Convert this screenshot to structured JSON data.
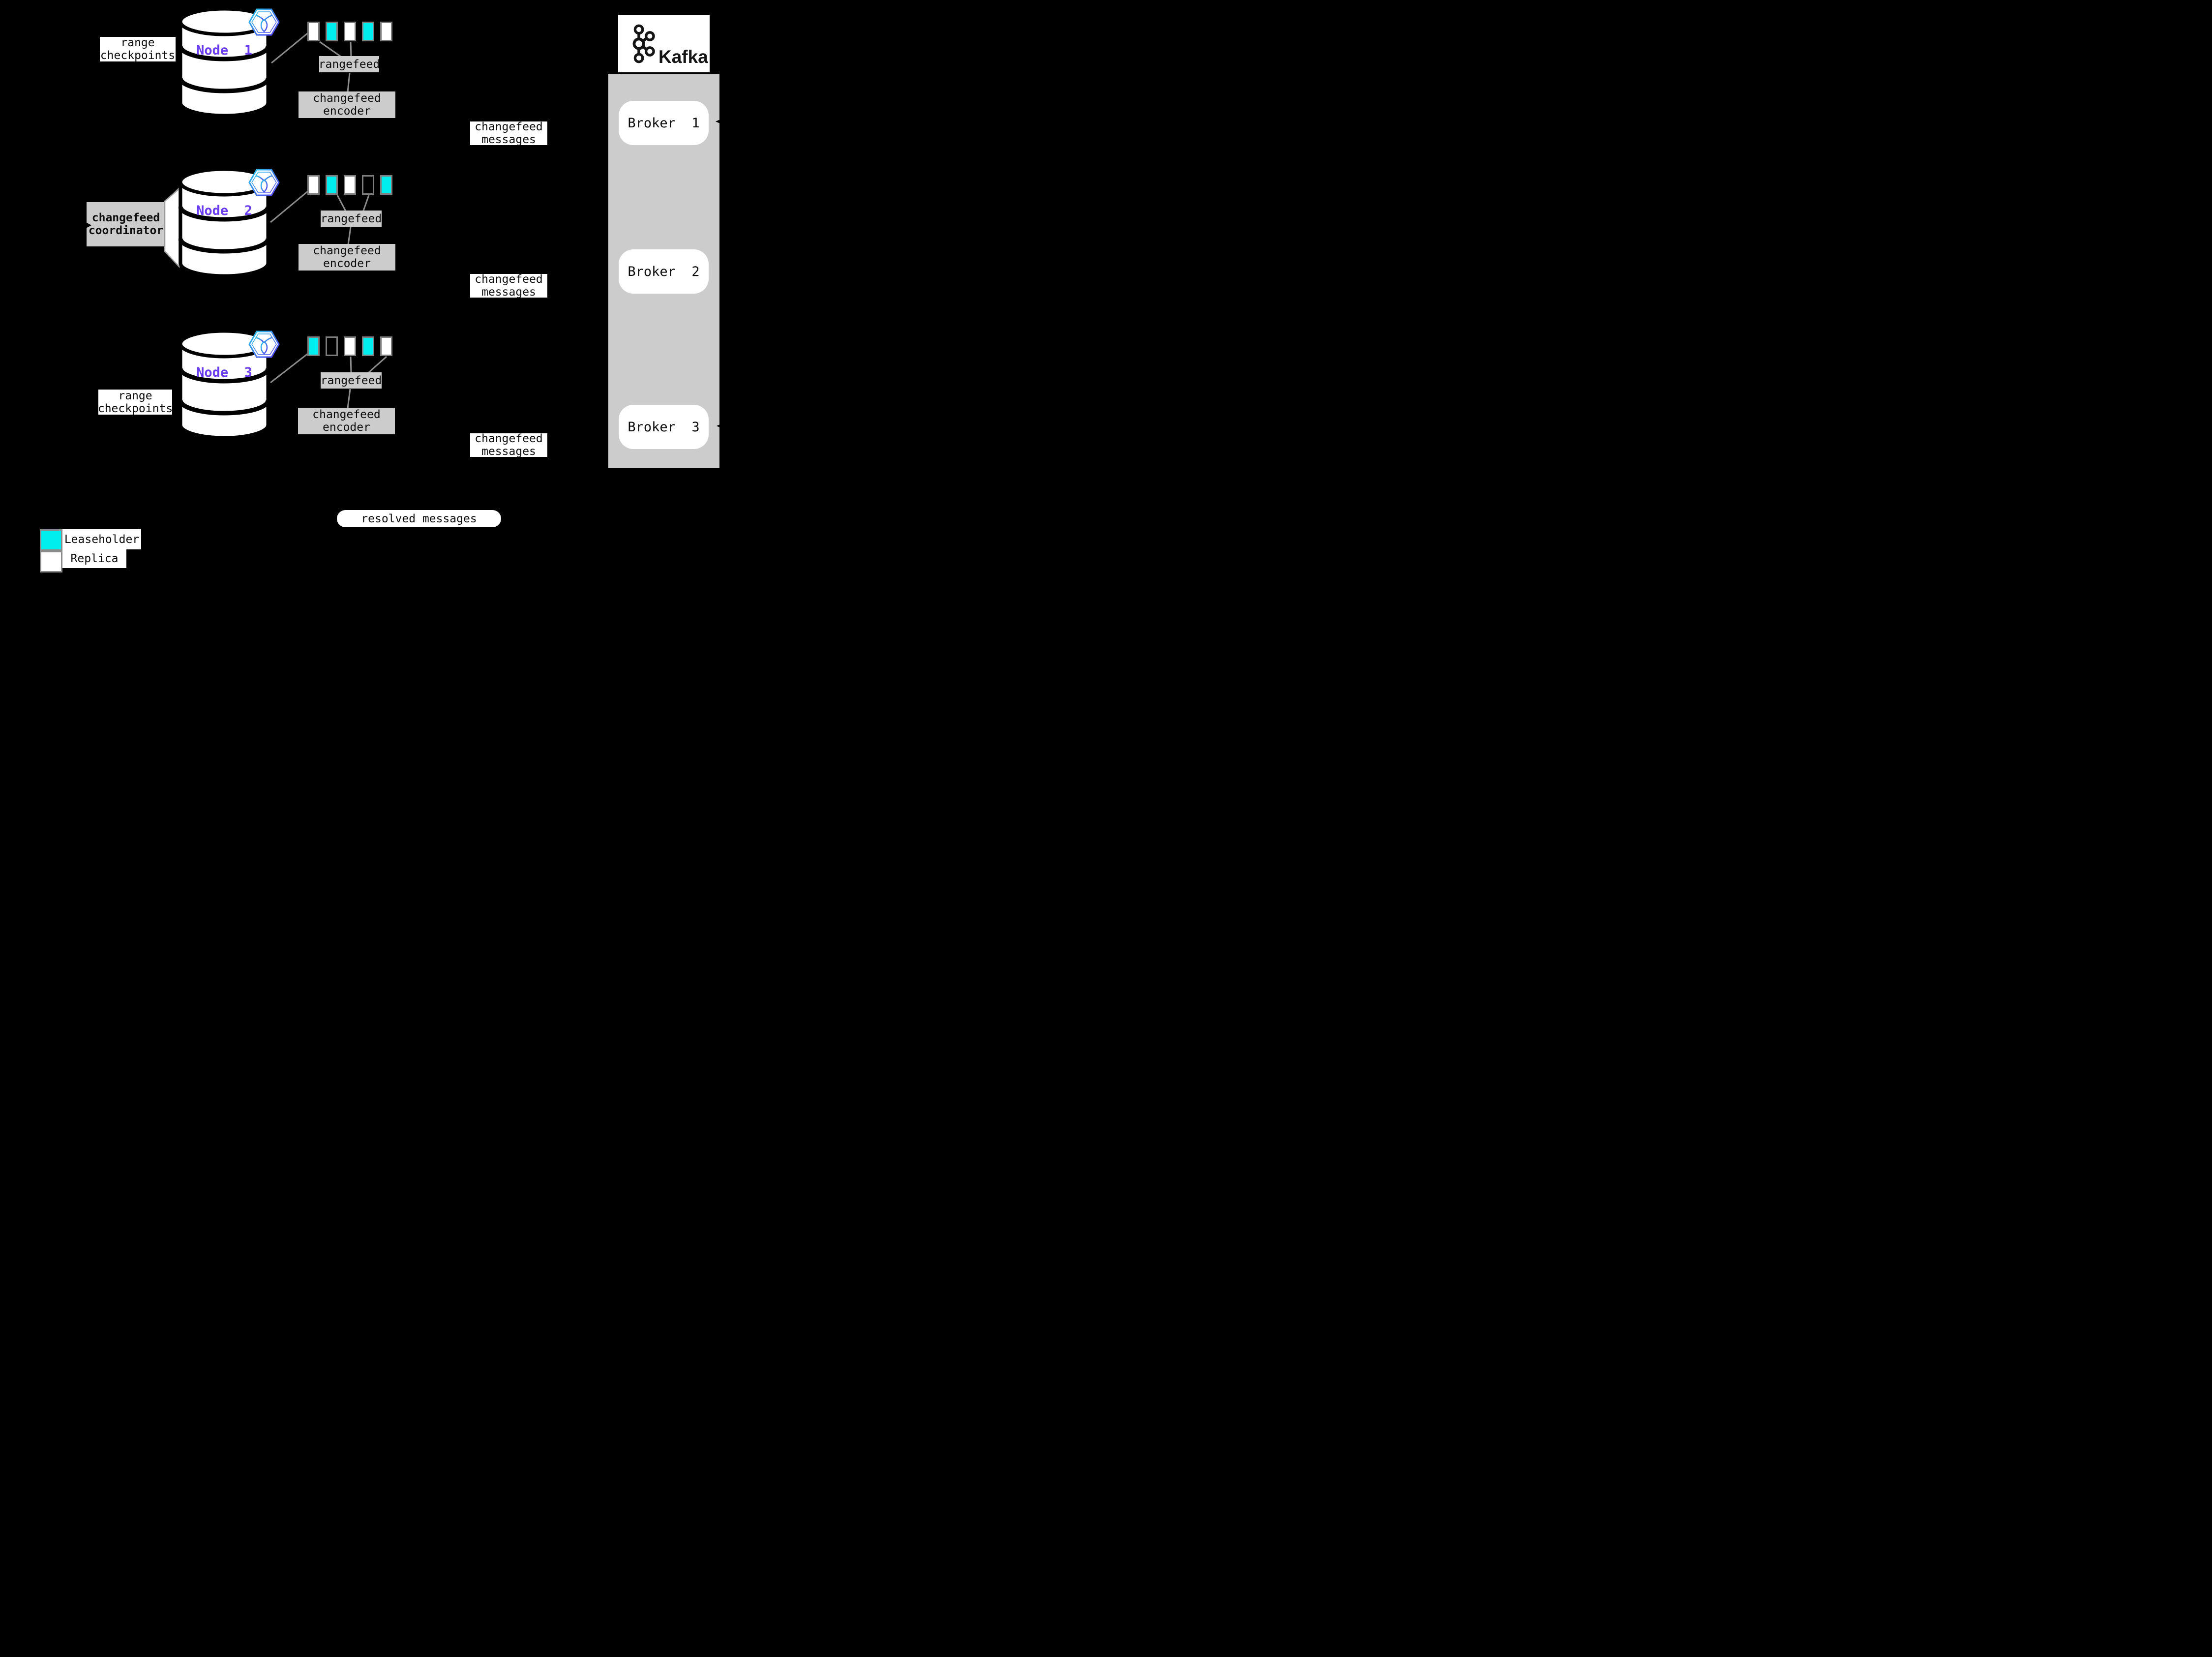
{
  "colors": {
    "leaseholder": "#00eeee",
    "replica": "#ffffff",
    "empty": "#000000",
    "node_label": "#6a3df2",
    "box_gray": "#cccccc",
    "line_gray": "#8c8c8c",
    "rect_border": "#7d7d7d"
  },
  "icons": {
    "node_badge": "cockroachdb-logo",
    "kafka_logo": "kafka-logo"
  },
  "nodes": [
    {
      "label": "Node  1",
      "ranges": [
        "replica",
        "leaseholder",
        "replica",
        "leaseholder",
        "replica"
      ]
    },
    {
      "label": "Node  2",
      "ranges": [
        "replica",
        "leaseholder",
        "replica",
        "empty",
        "leaseholder"
      ]
    },
    {
      "label": "Node  3",
      "ranges": [
        "leaseholder",
        "empty",
        "replica",
        "leaseholder",
        "replica"
      ]
    }
  ],
  "boxes": {
    "rangefeed": "rangefeed",
    "encoder_line1": "changefeed",
    "encoder_line2": "encoder",
    "messages_line1": "changefeed",
    "messages_line2": "messages",
    "checkpoints_line1": "range",
    "checkpoints_line2": "checkpoints",
    "coordinator_line1": "changefeed",
    "coordinator_line2": "coordinator",
    "resolved": "resolved messages"
  },
  "kafka": {
    "logo_text": "Kafka",
    "brokers": [
      "Broker  1",
      "Broker  2",
      "Broker  3"
    ]
  },
  "legend": [
    {
      "swatch": "leaseholder",
      "label": "Leaseholder"
    },
    {
      "swatch": "replica",
      "label": "Replica"
    }
  ]
}
